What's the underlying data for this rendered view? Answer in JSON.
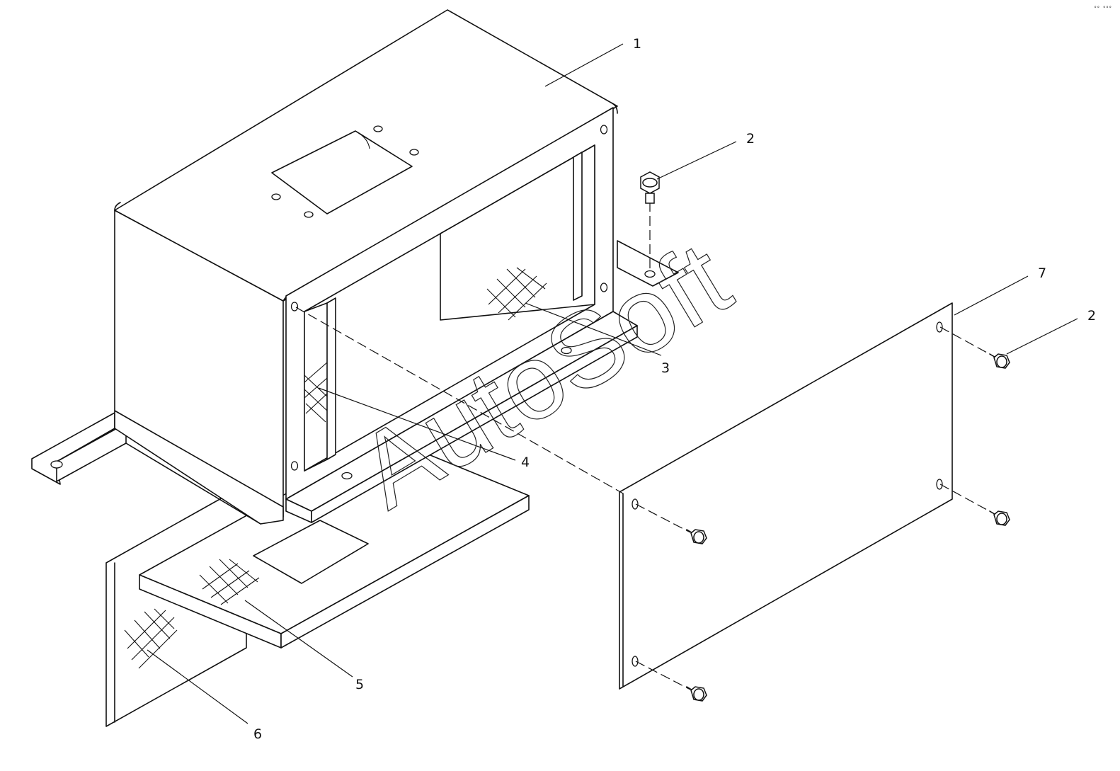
{
  "callouts": {
    "c1": "1",
    "c2a": "2",
    "c2b": "2",
    "c3": "3",
    "c4": "4",
    "c5": "5",
    "c6": "6",
    "c7": "7"
  },
  "watermark": "AutoSoft",
  "corner_mark": "°° °°°"
}
